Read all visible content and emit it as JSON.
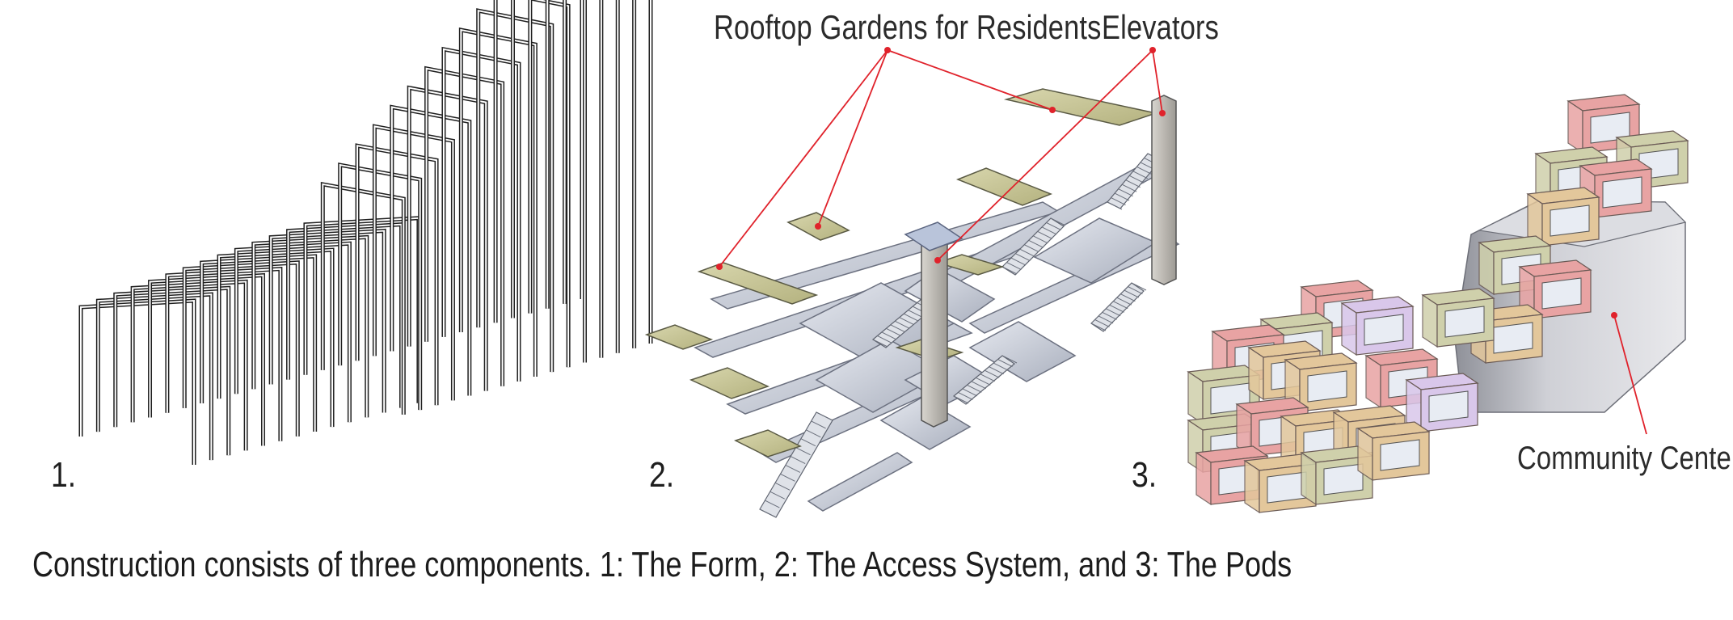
{
  "labels": {
    "rooftop_gardens": "Rooftop Gardens for Residents",
    "elevators": "Elevators",
    "community_center": "Community Center"
  },
  "panels": [
    {
      "number": "1.",
      "component": "The Form"
    },
    {
      "number": "2.",
      "component": "The Access System"
    },
    {
      "number": "3.",
      "component": "The Pods"
    }
  ],
  "caption": "Construction consists of three components. 1: The Form, 2: The Access System, and 3: The Pods",
  "colors": {
    "leader_line": "#e0222b",
    "frame_stroke": "#1f1f1f",
    "garden_fill": "#c9c79a",
    "stair_fill": "#c8ccd6",
    "elevator_fill": "#bdbab4",
    "pod_red": "#e8a3a3",
    "pod_tan": "#e3c79b",
    "pod_olive": "#cfd0ab",
    "pod_violet": "#d9c7ea",
    "center_gray": "#c4c5cb"
  }
}
